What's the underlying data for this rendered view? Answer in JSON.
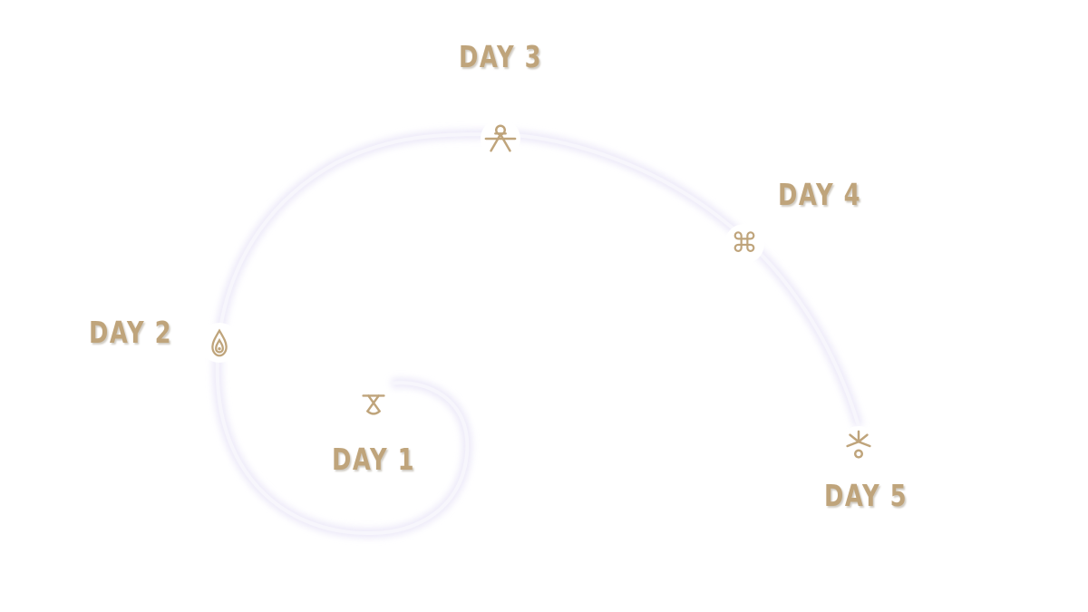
{
  "days": [
    {
      "label": "DAY 1",
      "icon": "inverted-ankh-icon"
    },
    {
      "label": "DAY 2",
      "icon": "drop-icon"
    },
    {
      "label": "DAY 3",
      "icon": "ankh-cross-icon"
    },
    {
      "label": "DAY 4",
      "icon": "command-loop-icon"
    },
    {
      "label": "DAY 5",
      "icon": "sun-spark-icon"
    }
  ],
  "colors": {
    "accent": "#bfa47b",
    "path": "#f4f2fb",
    "path_glow": "#e9e5f7",
    "background": "#ffffff"
  }
}
